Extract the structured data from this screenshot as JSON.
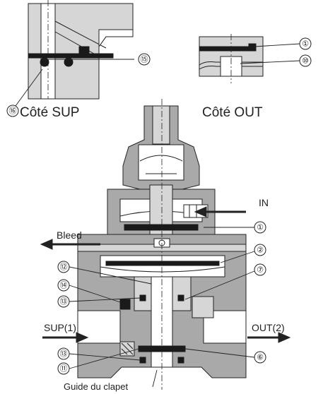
{
  "detail_sup": {
    "caption": "Côté SUP",
    "num_oring": "⑮",
    "num_body": "⑯"
  },
  "detail_out": {
    "caption": "Côté OUT",
    "num_1": "①",
    "num_10": "⑩"
  },
  "ports": {
    "in": "IN",
    "bleed": "Bleed",
    "sup": "SUP(1)",
    "out": "OUT(2)"
  },
  "callouts": {
    "n1": "①",
    "n2": "②",
    "n7": "⑦",
    "n12": "⑫",
    "n14": "⑭",
    "n13a": "⑬",
    "n13b": "⑬",
    "n11": "⑪",
    "n6": "⑥"
  },
  "valve_guide": "Guide du clapet"
}
